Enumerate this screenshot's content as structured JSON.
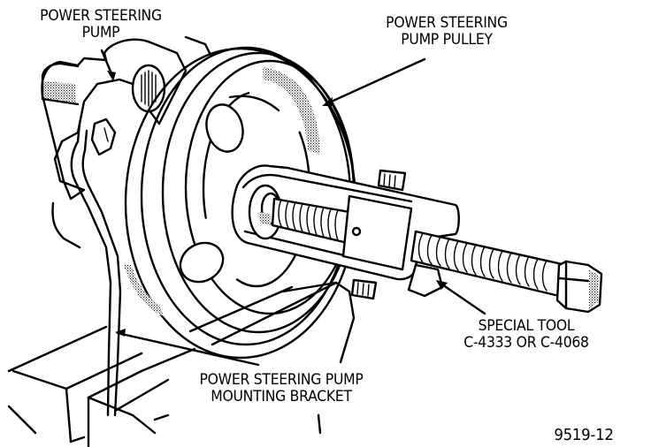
{
  "figure": {
    "type": "technical-illustration",
    "subject": "Removing power steering pump pulley with special tool",
    "figure_number": "9519-12"
  },
  "labels": {
    "pump": {
      "line1": "POWER STEERING",
      "line2": "PUMP"
    },
    "pulley": {
      "line1": "POWER STEERING",
      "line2": "PUMP PULLEY"
    },
    "tool": {
      "line1": "SPECIAL TOOL",
      "line2": "C-4333 OR C-4068"
    },
    "bracket": {
      "line1": "POWER STEERING PUMP",
      "line2": "MOUNTING BRACKET"
    }
  },
  "colors": {
    "ink": "#000000",
    "paper": "#ffffff"
  }
}
